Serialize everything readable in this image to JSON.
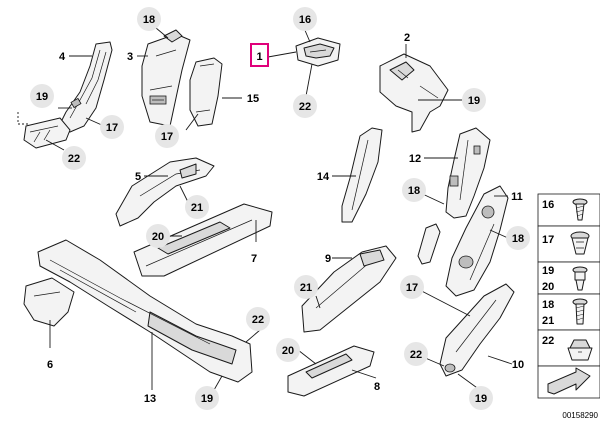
{
  "diagram": {
    "drawing_number": "00158290",
    "highlighted_part": "1",
    "callouts": {
      "c18a": "18",
      "c16": "16",
      "c3": "3",
      "c1": "1",
      "c2": "2",
      "c4": "4",
      "c22a": "22",
      "c15": "15",
      "c19a": "19",
      "c19b": "19",
      "c17a": "17",
      "c17b": "17",
      "c22b": "22",
      "c12": "12",
      "c14": "14",
      "c5": "5",
      "c21a": "21",
      "c18b": "18",
      "c11": "11",
      "c18c": "18",
      "c20a": "20",
      "c7": "7",
      "c9": "9",
      "c21b": "21",
      "c17c": "17",
      "c6": "6",
      "c22c": "22",
      "c20b": "20",
      "c22d": "22",
      "c10": "10",
      "c13": "13",
      "c19c": "19",
      "c8": "8",
      "c19d": "19"
    },
    "legend": [
      {
        "label": "16"
      },
      {
        "label": "17"
      },
      {
        "label": "19"
      },
      {
        "label": "20"
      },
      {
        "label": "18"
      },
      {
        "label": "21"
      },
      {
        "label": "22"
      }
    ],
    "icons": [
      "screw-icon",
      "clip-icon",
      "bolt-icon",
      "nut-icon",
      "arrow-icon"
    ]
  }
}
